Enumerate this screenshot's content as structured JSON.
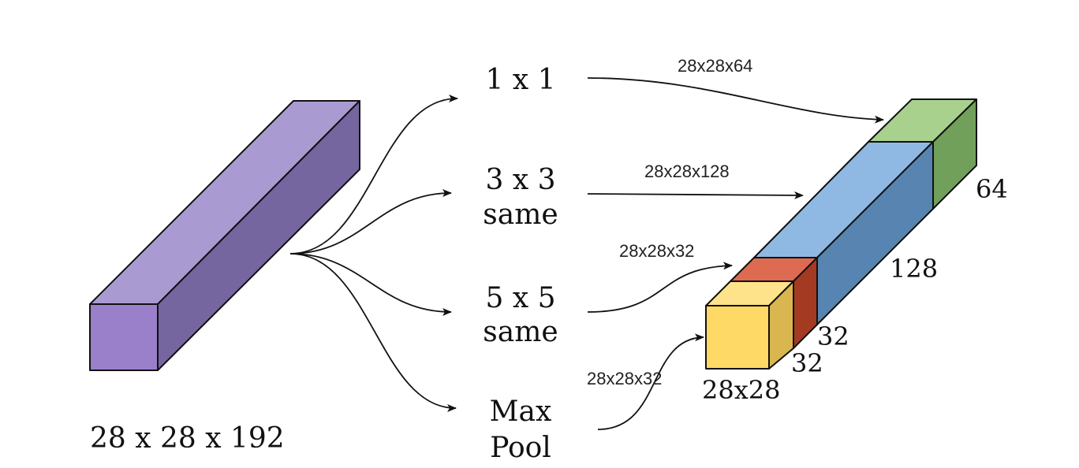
{
  "input_block": {
    "label": "28 x 28 x 192",
    "colors": {
      "front": "#9a7fcb",
      "top": "#a99bd2",
      "side": "#7666a0"
    }
  },
  "operations": [
    {
      "id": "conv1x1",
      "lines": [
        "1 x 1"
      ],
      "output": "28x28x64"
    },
    {
      "id": "conv3x3",
      "lines": [
        "3 x 3",
        "same"
      ],
      "output": "28x28x128"
    },
    {
      "id": "conv5x5",
      "lines": [
        "5 x 5",
        "same"
      ],
      "output": "28x28x32"
    },
    {
      "id": "maxpool",
      "lines": [
        "Max",
        "Pool"
      ],
      "output": "28x28x32"
    }
  ],
  "output_block": {
    "segments": [
      {
        "name": "1x1",
        "depth_label": "64",
        "colors": {
          "front": "#a8d18d",
          "top": "#a8d18d",
          "side": "#71a05a"
        }
      },
      {
        "name": "3x3",
        "depth_label": "128",
        "colors": {
          "front": "#8fb9e3",
          "top": "#8fb9e3",
          "side": "#5784b0"
        }
      },
      {
        "name": "5x5",
        "depth_label": "32",
        "colors": {
          "front": "#dc6b52",
          "top": "#dc6b52",
          "side": "#a43a22"
        }
      },
      {
        "name": "maxpool",
        "depth_label": "32",
        "colors": {
          "front": "#ffd966",
          "top": "#ffe38a",
          "side": "#d9b650"
        }
      }
    ],
    "face_label": "28x28"
  }
}
